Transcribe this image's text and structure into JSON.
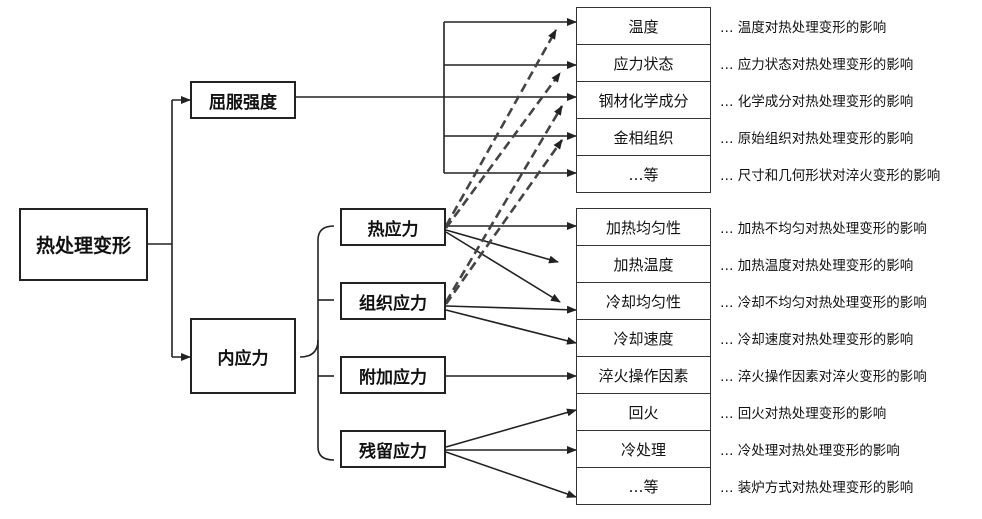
{
  "root": "热处理变形",
  "level1": [
    "屈服强度",
    "内应力"
  ],
  "stress_types": [
    "热应力",
    "组织应力",
    "附加应力",
    "残留应力"
  ],
  "factors_top": [
    "温度",
    "应力状态",
    "钢材化学成分",
    "金相组织",
    "…等"
  ],
  "factors_bottom": [
    "加热均匀性",
    "加热温度",
    "冷却均匀性",
    "冷却速度",
    "淬火操作因素",
    "回火",
    "冷处理",
    "…等"
  ],
  "descriptions_top": [
    "…  温度对热处理变形的影响",
    "…  应力状态对热处理变形的影响",
    "…  化学成分对热处理变形的影响",
    "…  原始组织对热处理变形的影响",
    "…  尺寸和几何形状对淬火变形的影响"
  ],
  "descriptions_bottom": [
    "…  加热不均匀对热处理变形的影响",
    "…  加热温度对热处理变形的影响",
    "…  冷却不均匀对热处理变形的影响",
    "…  冷却速度对热处理变形的影响",
    "…  淬火操作因素对淬火变形的影响",
    "…  回火对热处理变形的影响",
    "…  冷处理对热处理变形的影响",
    "…  装炉方式对热处理变形的影响"
  ]
}
